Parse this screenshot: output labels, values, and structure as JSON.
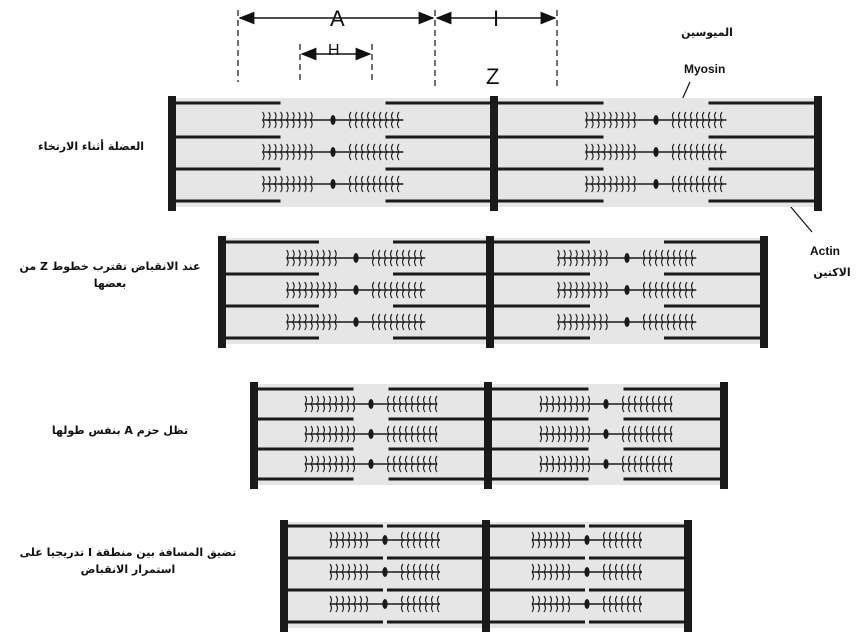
{
  "dimensions": {
    "A_label": "A",
    "H_label": "H",
    "I_label": "I",
    "Z_label": "Z"
  },
  "labels": {
    "myosin_ar": "الميوسين",
    "myosin_en": "Myosin",
    "actin_en": "Actin",
    "actin_ar": "الاكتين"
  },
  "stages": [
    {
      "caption": "العضلة أثناء الارتخاء"
    },
    {
      "caption": "عند الانقباض تقترب خطوط Z من بعضها"
    },
    {
      "caption": "تظل حزم A بنفس طولها"
    },
    {
      "caption": "تضيق المسافة بين منطقة I تدريجيا على استمرار الانقباض"
    }
  ],
  "colors": {
    "line": "#1a1a1a",
    "band": "#e6e6e6"
  }
}
